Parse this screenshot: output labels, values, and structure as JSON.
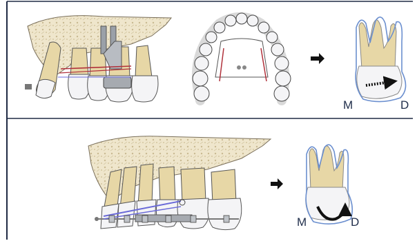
{
  "colors": {
    "frame": "#1f2a44",
    "bone": "#efe6cc",
    "bone_texture": "#c9b991",
    "root": "#e7d7a6",
    "crown": "#f4f4f6",
    "outline_blue": "#6b8fcf",
    "wire_red": "#b0303a",
    "wire_blue": "#6a6ad8",
    "arrow": "#111111"
  },
  "panels": [
    {
      "id": "top",
      "views": [
        "lateral-appliance-view",
        "occlusal-arch-view"
      ],
      "movement": "distal-translation",
      "labels": {
        "mesial": "M",
        "distal": "D"
      }
    },
    {
      "id": "bottom",
      "views": [
        "lateral-brackets-view"
      ],
      "movement": "distal-crown-rotation",
      "labels": {
        "mesial": "M",
        "distal": "D"
      }
    }
  ]
}
